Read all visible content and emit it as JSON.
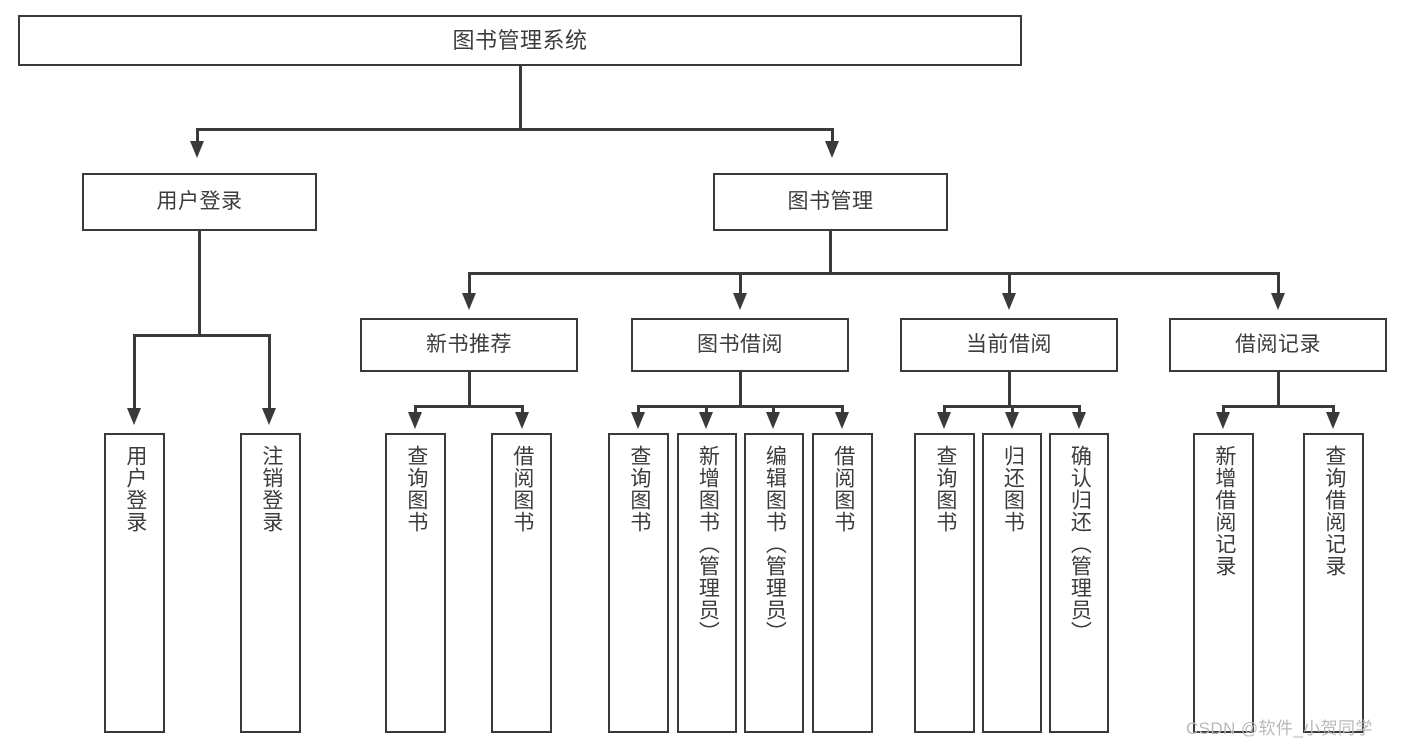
{
  "diagram": {
    "title": "图书管理系统",
    "watermark": "CSDN @软件_小贺同学",
    "type": "hierarchy-tree",
    "root": {
      "label": "图书管理系统"
    },
    "level2": [
      {
        "label": "用户登录"
      },
      {
        "label": "图书管理"
      }
    ],
    "level3": [
      {
        "label": "新书推荐"
      },
      {
        "label": "图书借阅"
      },
      {
        "label": "当前借阅"
      },
      {
        "label": "借阅记录"
      }
    ],
    "leaves": [
      {
        "label": "用户登录"
      },
      {
        "label": "注销登录"
      },
      {
        "label": "查询图书"
      },
      {
        "label": "借阅图书"
      },
      {
        "label": "查询图书"
      },
      {
        "label": "新增图书（管理员）"
      },
      {
        "label": "编辑图书（管理员）"
      },
      {
        "label": "借阅图书"
      },
      {
        "label": "查询图书"
      },
      {
        "label": "归还图书"
      },
      {
        "label": "确认归还（管理员）"
      },
      {
        "label": "新增借阅记录"
      },
      {
        "label": "查询借阅记录"
      }
    ],
    "colors": {
      "stroke": "#3a3a3a",
      "text": "#3c3c3c",
      "background": "#ffffff",
      "watermark": "#b9b9b9"
    }
  }
}
